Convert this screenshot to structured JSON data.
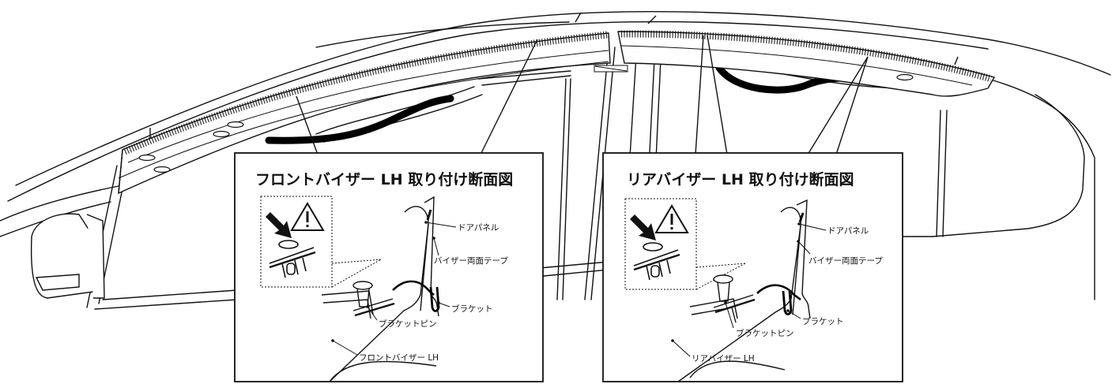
{
  "front_inset": {
    "title": "フロントバイザー LH 取り付け断面図",
    "labels": {
      "door_panel": "ドアパネル",
      "visor_tape": "バイザー両面テープ",
      "bracket": "ブラケット",
      "bracket_pin": "ブラケットピン",
      "visor": "フロントバイザー LH"
    }
  },
  "rear_inset": {
    "title": "リアバイザー LH 取り付け断面図",
    "labels": {
      "door_panel": "ドアパネル",
      "visor_tape": "バイザー両面テープ",
      "bracket": "ブラケット",
      "bracket_pin": "ブラケットピン",
      "visor": "リアバイザー LH"
    }
  },
  "icons": [
    "push-arrow-icon",
    "warning-icon",
    "clip-icon"
  ]
}
